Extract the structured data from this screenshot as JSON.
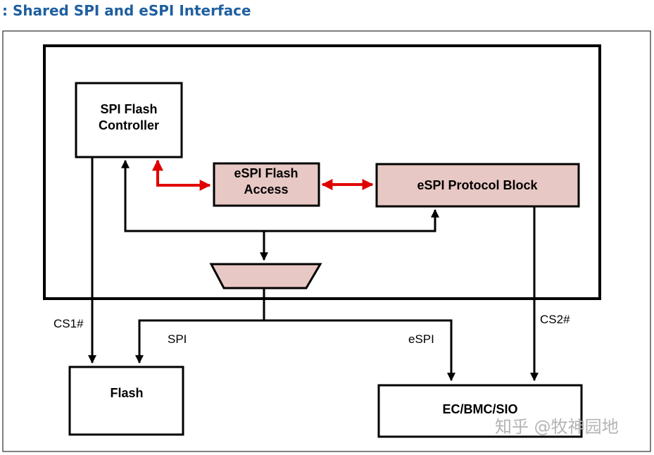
{
  "caption": ": Shared SPI and eSPI Interface",
  "blocks": {
    "spi_flash_controller": [
      "SPI Flash",
      "Controller"
    ],
    "espi_flash_access": [
      "eSPI Flash",
      "Access"
    ],
    "espi_protocol_block": "eSPI Protocol Block",
    "flash": "Flash",
    "ec_bmc_sio": "EC/BMC/SIO"
  },
  "signals": {
    "cs1": "CS1#",
    "cs2": "CS2#",
    "spi": "SPI",
    "espi": "eSPI"
  },
  "watermark": "知乎 @牧神园地",
  "colors": {
    "caption": "#1f5fa0",
    "block_fill": "#e8c8c4",
    "red_arrow": "#e00000",
    "line": "#000000"
  }
}
